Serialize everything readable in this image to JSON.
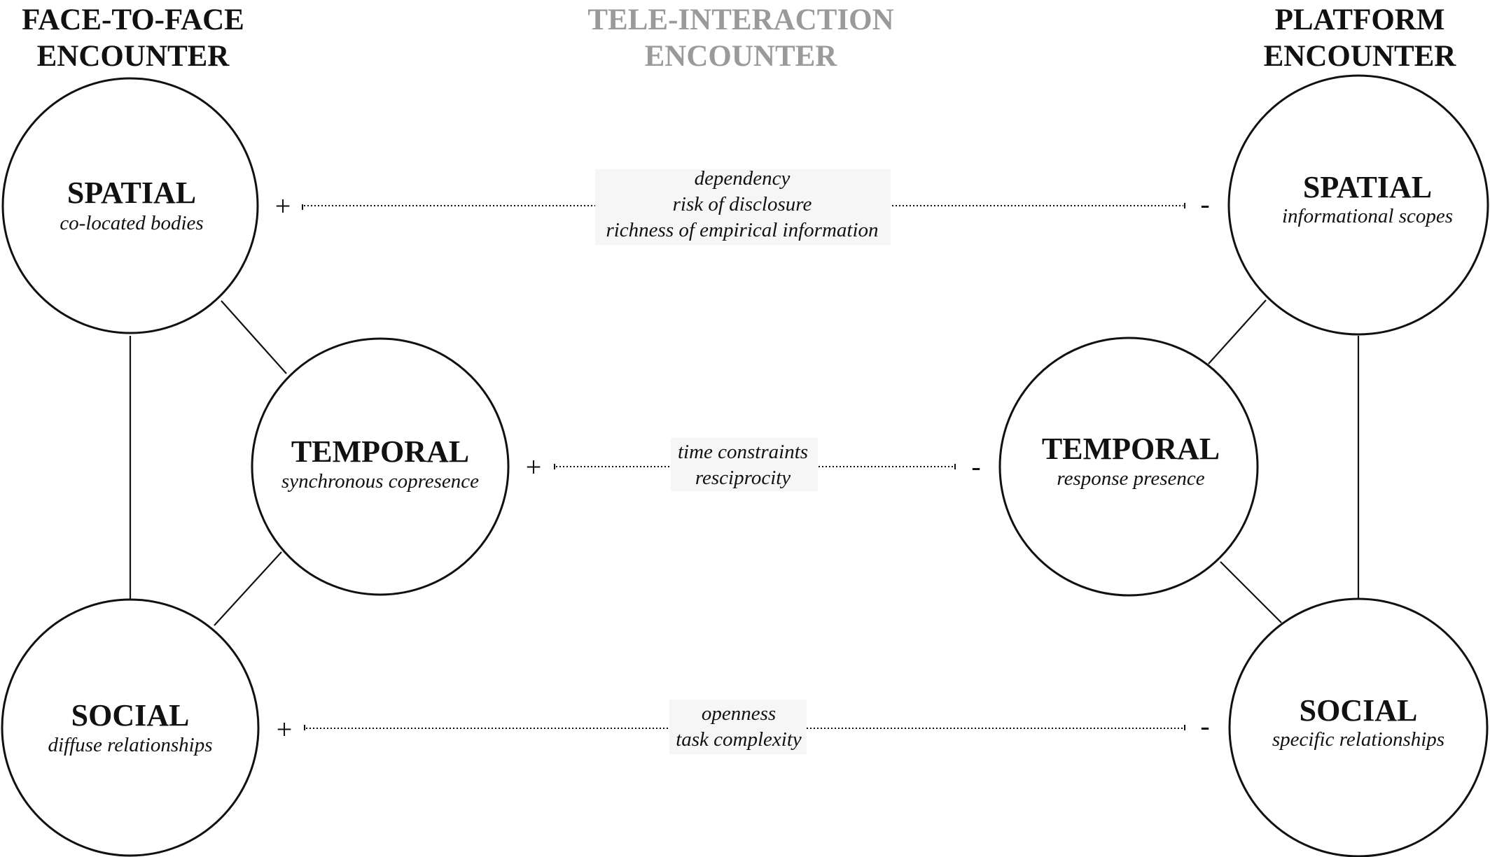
{
  "headers": {
    "left": [
      "FACE-TO-FACE",
      "ENCOUNTER"
    ],
    "center": [
      "TELE-INTERACTION",
      "ENCOUNTER"
    ],
    "right": [
      "PLATFORM",
      "ENCOUNTER"
    ]
  },
  "colors": {
    "ink": "#111111",
    "center_header": "#9a9a9a",
    "label_box": "#f6f6f6"
  },
  "face_to_face": {
    "spatial": {
      "title": "SPATIAL",
      "subtitle": "co-located bodies"
    },
    "temporal": {
      "title": "TEMPORAL",
      "subtitle": "synchronous copresence"
    },
    "social": {
      "title": "SOCIAL",
      "subtitle": "diffuse relationships"
    }
  },
  "platform": {
    "spatial": {
      "title": "SPATIAL",
      "subtitle": "informational scopes"
    },
    "temporal": {
      "title": "TEMPORAL",
      "subtitle": "response presence"
    },
    "social": {
      "title": "SOCIAL",
      "subtitle": "specific relationships"
    }
  },
  "continua": {
    "spatial": {
      "plus": "+",
      "minus": "-",
      "labels": [
        "dependency",
        "risk of disclosure",
        "richness of empirical information"
      ]
    },
    "temporal": {
      "plus": "+",
      "minus": "-",
      "labels": [
        "time constraints",
        "resciprocity"
      ]
    },
    "social": {
      "plus": "+",
      "minus": "-",
      "labels": [
        "openness",
        "task complexity"
      ]
    }
  }
}
